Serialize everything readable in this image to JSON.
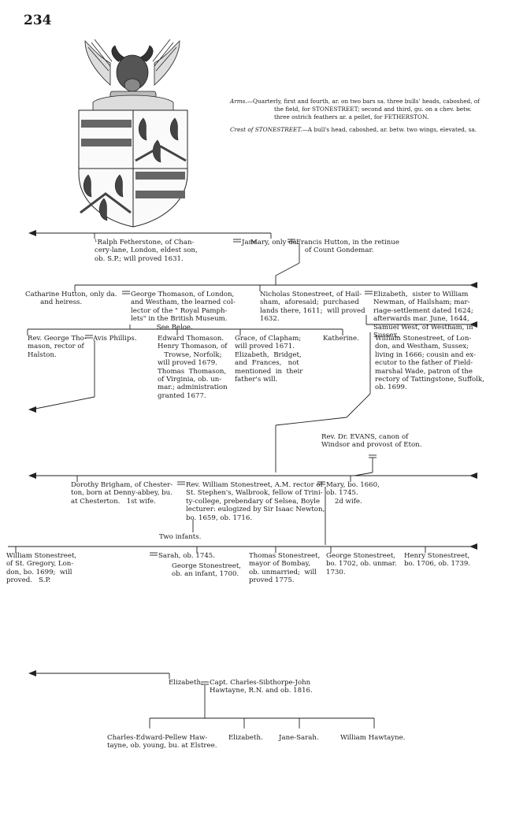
{
  "page_number": "234",
  "arms": {
    "arms_label": "Arms.",
    "arms_text": "—Quarterly, first and fourth, ar. on two bars sa. three bulls' heads, caboshed, of the field, for STONESTREET; second and third, gu. on a chev. betw. three ostrich feathers ar. a pellet, for FETHERSTON.",
    "crest_label": "Crest of STONESTREET.",
    "crest_text": "—A bull's head, caboshed, ar. betw. two wings, elevated, sa."
  },
  "entries": {
    "ralph": "¹Ralph Fetherstone, of Chan-\ncery-lane, London, eldest son,\nob. S.P.; will proved 1631.",
    "jane": "Jane.",
    "mary": "Mary, only da.",
    "francis": "Francis Hutton, in the retinue\n    of Count Gondemar.",
    "catharine": "Catharine Hutton, only da.\n       and heiress.",
    "george_thomason": "George Thomason, of London,\nand Westham, the learned col-\nlector of the \" Royal Pamph-\nlets\" in the British Museum.\n            See Beloe.",
    "nicholas": "Nicholas Stonestreet, of Hail-\nsham,  aforesaid;  purchased\nlands there, 1611;  will proved\n1632.",
    "elizabeth_newman": "Elizabeth,  sister to William\nNewman, of Hailsham; mar-\nriage-settlement dated 1624;\nafterwards mar. June, 1644,\nSamuel West, of Westham, in\nSussex.",
    "rev_george": "Rev. George Tho-\nmason, rector of\nHalston.",
    "avis": "Avis Phillips.",
    "edward": "Edward Thomason.\nHenry Thomason, of\n   Trowse, Norfolk;\nwill proved 1679.\nThomas  Thomason,\nof Virginia, ob. un-\nmar.; administration\ngranted 1677.",
    "grace": "Grace, of Clapham;\nwill proved 1671.\nElizabeth,  Bridget,\nand  Frances,   not\nmentioned  in  their\nfather's will.",
    "katherine": "Katherine.",
    "william_sen": "William Stonestreet, of Lon-\ndon, and Westham, Sussex;\nliving in 1666; cousin and ex-\necutor to the father of Field-\nmarshal Wade, patron of the\nrectory of Tattingstone, Suffolk,\nob. 1699.",
    "evans": "Rev. Dr. EVANS, canon of\nWindsor and provost of Eton.",
    "dorothy": "Dorothy Brigham, of Chester-\nton, born at Denny-abbey, bu.\nat Chesterton.   1st wife.",
    "rev_william": "Rev. William Stonestreet, A.M. rector of\nSt. Stephen's, Walbrook, fellow of Trini-\nty-college, prebendary of Selsea, Boyle\nlecturer: eulogized by Sir Isaac Newton,\nbo. 1659, ob. 1716.",
    "mary_wife": "Mary, bo. 1660,\nob. 1745.\n    2d wife.",
    "two_infants": "Two infants.",
    "william_jun": "William Stonestreet,\nof St. Gregory, Lon-\ndon, bo. 1699;  will\nproved.   S.P.",
    "sarah": "Sarah, ob. 1745.",
    "george_s": "George Stonestreet,\nob. an infant, 1700.",
    "thomas_s": "Thomas Stonestreet,\nmayor of Bombay,\nob. unmarried;  will\nproved 1775.",
    "george_s2": "George Stonestreet,\nbo. 1702, ob. unmar.\n1730.",
    "henry_s": "Henry Stonestreet,\nbo. 1706, ob. 1739.",
    "elizabeth_h": "Elizabeth.",
    "charles_capt": "Capt. Charles-Sibthorpe-John\nHawtayne, R.N. and ob. 1816.",
    "charles_edward": "Charles-Edward-Pellew Haw-\ntayne, ob. young, bu. at Elstree.",
    "elizabeth_c": "Elizabeth.",
    "jane_sarah": "Jane-Sarah.",
    "william_h": "William Hawtayne."
  }
}
